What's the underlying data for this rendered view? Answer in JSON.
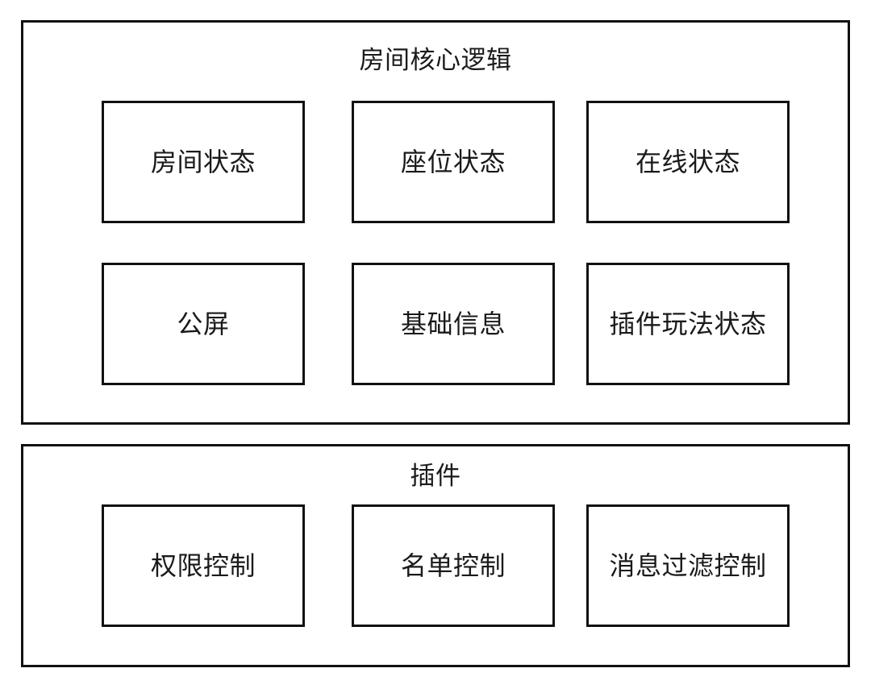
{
  "diagram": {
    "title": "房间核心逻辑",
    "background_color": "#ffffff",
    "border_color": "#111111",
    "text_color": "#1a1a1a",
    "sections": [
      {
        "id": "room-core",
        "title": "房间核心逻辑",
        "rows": [
          {
            "nodes": [
              {
                "label": "房间状态"
              },
              {
                "label": "座位状态"
              },
              {
                "label": "在线状态"
              }
            ]
          },
          {
            "nodes": [
              {
                "label": "公屏"
              },
              {
                "label": "基础信息"
              },
              {
                "label": "插件玩法状态"
              }
            ]
          }
        ]
      },
      {
        "id": "plugins",
        "title": "插件",
        "rows": [
          {
            "nodes": [
              {
                "label": "权限控制"
              },
              {
                "label": "名单控制"
              },
              {
                "label": "消息过滤控制"
              }
            ]
          }
        ]
      }
    ]
  }
}
